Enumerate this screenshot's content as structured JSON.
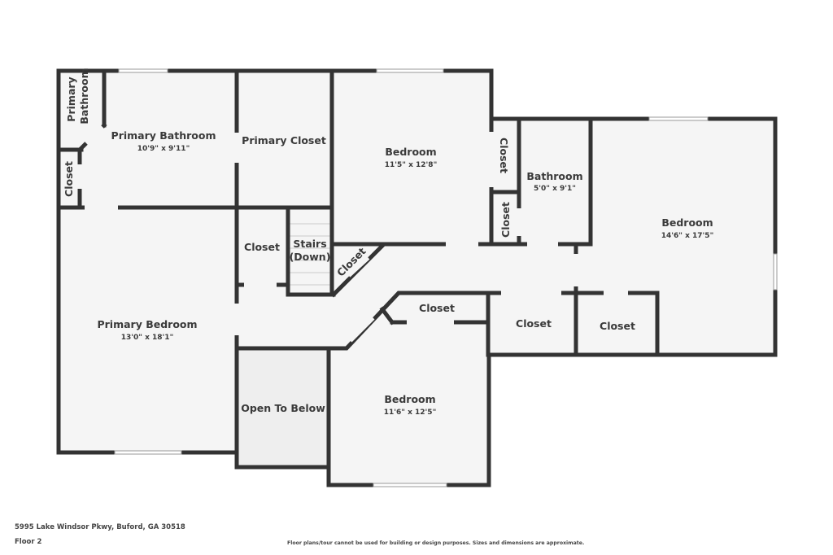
{
  "floorplan": {
    "address": "5995 Lake Windsor Pkwy, Buford, GA 30518",
    "floor": "Floor 2",
    "disclaimer": "Floor plans/tour cannot be used for building or design purposes. Sizes and dimensions are approximate.",
    "colors": {
      "wall": "#333333",
      "floor": "#f5f5f5",
      "open_to_below": "#eeeeee",
      "text": "#3a3a3a"
    },
    "rooms": {
      "primary_bathroom_small": {
        "name_line1": "Primary",
        "name_line2": "Bathroom"
      },
      "primary_bathroom": {
        "name": "Primary Bathroom",
        "dim": "10'9\" x 9'11\""
      },
      "primary_closet": {
        "name": "Primary Closet"
      },
      "closet_primary_bath": {
        "name": "Closet"
      },
      "bedroom_1": {
        "name": "Bedroom",
        "dim": "11'5\" x 12'8\""
      },
      "closet_bed1_upper": {
        "name": "Closet"
      },
      "closet_bed1_lower": {
        "name": "Closet"
      },
      "bathroom": {
        "name": "Bathroom",
        "dim": "5'0\" x 9'1\""
      },
      "bedroom_2": {
        "name": "Bedroom",
        "dim": "14'6\" x 17'5\""
      },
      "closet_hall": {
        "name": "Closet"
      },
      "stairs": {
        "name_line1": "Stairs",
        "name_line2": "(Down)"
      },
      "closet_angled": {
        "name": "Closet"
      },
      "primary_bedroom": {
        "name": "Primary Bedroom",
        "dim": "13'0\" x 18'1\""
      },
      "closet_bed3": {
        "name": "Closet"
      },
      "closet_mid": {
        "name": "Closet"
      },
      "closet_bed2": {
        "name": "Closet"
      },
      "open_to_below": {
        "name": "Open To Below"
      },
      "bedroom_3": {
        "name": "Bedroom",
        "dim": "11'6\" x 12'5\""
      }
    }
  }
}
